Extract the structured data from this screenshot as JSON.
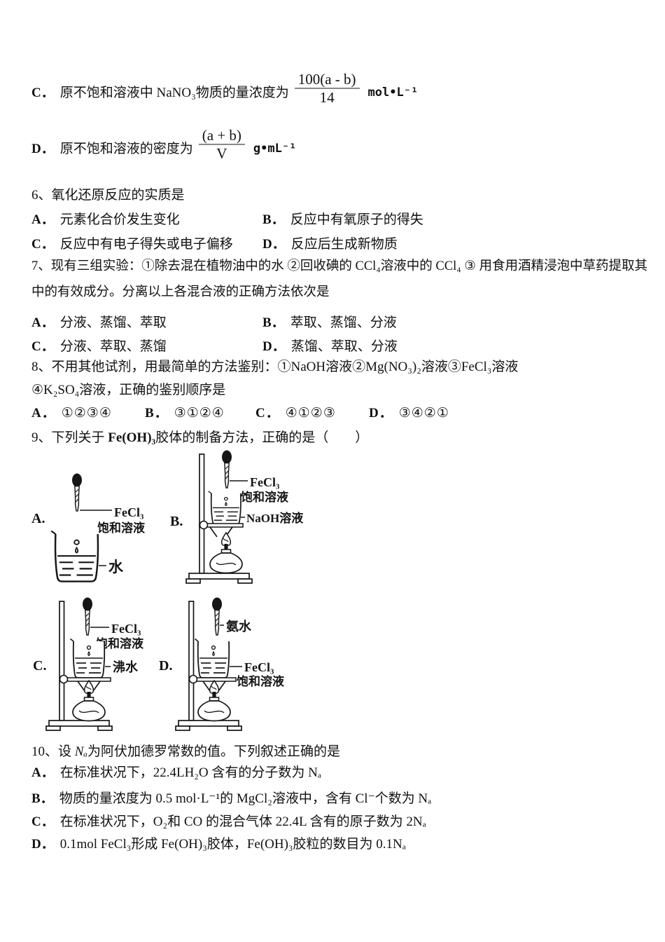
{
  "q5": {
    "c": {
      "label": "C．",
      "text": "原不饱和溶液中 NaNO₃物质的量浓度为",
      "frac_num": "100(a - b)",
      "frac_den": "14",
      "unit": "mol•L⁻¹"
    },
    "d": {
      "label": "D．",
      "text": "原不饱和溶液的密度为",
      "frac_num": "(a + b)",
      "frac_den": "V",
      "unit": "g•mL⁻¹"
    }
  },
  "q6": {
    "stem": "6、氧化还原反应的实质是",
    "options": [
      {
        "label": "A．",
        "text": "元素化合价发生变化"
      },
      {
        "label": "B．",
        "text": "反应中有氧原子的得失"
      },
      {
        "label": "C．",
        "text": "反应中有电子得失或电子偏移"
      },
      {
        "label": "D．",
        "text": "反应后生成新物质"
      }
    ]
  },
  "q7": {
    "stem": "7、现有三组实验：①除去混在植物油中的水 ②回收碘的 CCl₄溶液中的 CCl₄ ③ 用食用酒精浸泡中草药提取其中的有效成分。分离以上各混合液的正确方法依次是",
    "options": [
      {
        "label": "A．",
        "text": "分液、蒸馏、萃取"
      },
      {
        "label": "B．",
        "text": "萃取、蒸馏、分液"
      },
      {
        "label": "C．",
        "text": "分液、萃取、蒸馏"
      },
      {
        "label": "D．",
        "text": "蒸馏、萃取、分液"
      }
    ]
  },
  "q8": {
    "stem_line1": "8、不用其他试剂，用最简单的方法鉴别：①NaOH溶液②Mg(NO₃)₂溶液③FeCl₃溶液",
    "stem_line2": "④K₂SO₄溶液，正确的鉴别顺序是",
    "options": [
      {
        "label": "A．",
        "text": "①②③④"
      },
      {
        "label": "B．",
        "text": "③①②④"
      },
      {
        "label": "C．",
        "text": "④①②③"
      },
      {
        "label": "D．",
        "text": "③④②①"
      }
    ]
  },
  "q9": {
    "stem_pre": "9、下列关于 ",
    "formula": "Fe(OH)₃",
    "stem_post": "胶体的制备方法，正确的是（　　）"
  },
  "diagrams": {
    "a": {
      "label": "A.",
      "reagent_line1": "FeCl₃",
      "reagent_line2": "饱和溶液",
      "beaker": "水"
    },
    "b": {
      "label": "B.",
      "reagent_line1": "FeCl₃",
      "reagent_line2": "饱和溶液",
      "beaker": "NaOH溶液"
    },
    "c": {
      "label": "C.",
      "reagent_line1": "FeCl₃",
      "reagent_line2": "饱和溶液",
      "beaker": "沸水"
    },
    "d": {
      "label": "D.",
      "reagent": "氨水",
      "beaker_line1": "FeCl₃",
      "beaker_line2": "饱和溶液"
    }
  },
  "q10": {
    "stem_pre": "10、设 ",
    "na": "Nₐ",
    "stem_post": "为阿伏加德罗常数的值。下列叙述正确的是",
    "options": [
      {
        "label": "A．",
        "text": "在标准状况下，22.4LH₂O 含有的分子数为 Nₐ"
      },
      {
        "label": "B．",
        "text": "物质的量浓度为 0.5 mol·L⁻¹的 MgCl₂溶液中，含有 Cl⁻个数为 Nₐ"
      },
      {
        "label": "C．",
        "text": "在标准状况下，O₂和 CO 的混合气体 22.4L 含有的原子数为 2Nₐ"
      },
      {
        "label": "D．",
        "text": "0.1mol FeCl₃形成 Fe(OH)₃胶体，Fe(OH)₃胶粒的数目为 0.1Nₐ"
      }
    ]
  }
}
